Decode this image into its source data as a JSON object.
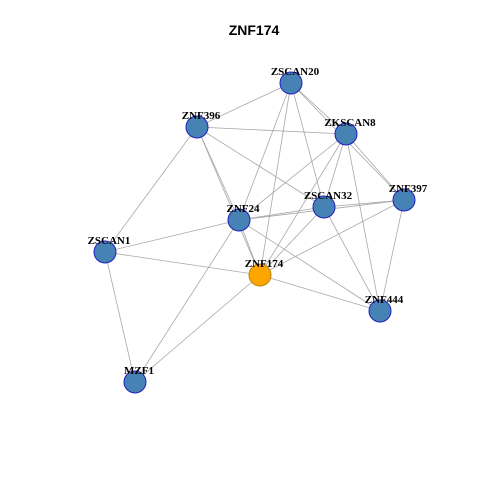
{
  "title": "ZNF174",
  "colors": {
    "node_fill": "#4682b4",
    "node_stroke": "#1f1fbf",
    "center_fill": "#ffa500",
    "center_stroke": "#b8860b",
    "edge": "#a8a8a8",
    "background": "#ffffff"
  },
  "nodes": [
    {
      "id": "ZSCAN20",
      "label": "ZSCAN20",
      "center": false
    },
    {
      "id": "ZNF396",
      "label": "ZNF396",
      "center": false
    },
    {
      "id": "ZKSCAN8",
      "label": "ZKSCAN8",
      "center": false
    },
    {
      "id": "ZNF397",
      "label": "ZNF397",
      "center": false
    },
    {
      "id": "ZSCAN32",
      "label": "ZSCAN32",
      "center": false
    },
    {
      "id": "ZNF24",
      "label": "ZNF24",
      "center": false
    },
    {
      "id": "ZSCAN1",
      "label": "ZSCAN1",
      "center": false
    },
    {
      "id": "ZNF174",
      "label": "ZNF174",
      "center": true
    },
    {
      "id": "ZNF444",
      "label": "ZNF444",
      "center": false
    },
    {
      "id": "MZF1",
      "label": "MZF1",
      "center": false
    }
  ],
  "edges": [
    [
      "ZSCAN20",
      "ZNF396"
    ],
    [
      "ZSCAN20",
      "ZKSCAN8"
    ],
    [
      "ZSCAN20",
      "ZNF397"
    ],
    [
      "ZSCAN20",
      "ZSCAN32"
    ],
    [
      "ZSCAN20",
      "ZNF24"
    ],
    [
      "ZSCAN20",
      "ZNF174"
    ],
    [
      "ZNF396",
      "ZKSCAN8"
    ],
    [
      "ZNF396",
      "ZSCAN32"
    ],
    [
      "ZNF396",
      "ZNF24"
    ],
    [
      "ZNF396",
      "ZNF174"
    ],
    [
      "ZNF396",
      "ZSCAN1"
    ],
    [
      "ZKSCAN8",
      "ZNF397"
    ],
    [
      "ZKSCAN8",
      "ZSCAN32"
    ],
    [
      "ZKSCAN8",
      "ZNF24"
    ],
    [
      "ZKSCAN8",
      "ZNF174"
    ],
    [
      "ZKSCAN8",
      "ZNF444"
    ],
    [
      "ZNF397",
      "ZSCAN32"
    ],
    [
      "ZNF397",
      "ZNF24"
    ],
    [
      "ZNF397",
      "ZNF174"
    ],
    [
      "ZNF397",
      "ZNF444"
    ],
    [
      "ZSCAN32",
      "ZNF24"
    ],
    [
      "ZSCAN32",
      "ZNF174"
    ],
    [
      "ZSCAN32",
      "ZNF444"
    ],
    [
      "ZNF24",
      "ZSCAN1"
    ],
    [
      "ZNF24",
      "ZNF174"
    ],
    [
      "ZNF24",
      "ZNF444"
    ],
    [
      "ZNF24",
      "MZF1"
    ],
    [
      "ZSCAN1",
      "ZNF174"
    ],
    [
      "ZSCAN1",
      "MZF1"
    ],
    [
      "ZNF174",
      "ZNF444"
    ],
    [
      "ZNF174",
      "MZF1"
    ]
  ]
}
